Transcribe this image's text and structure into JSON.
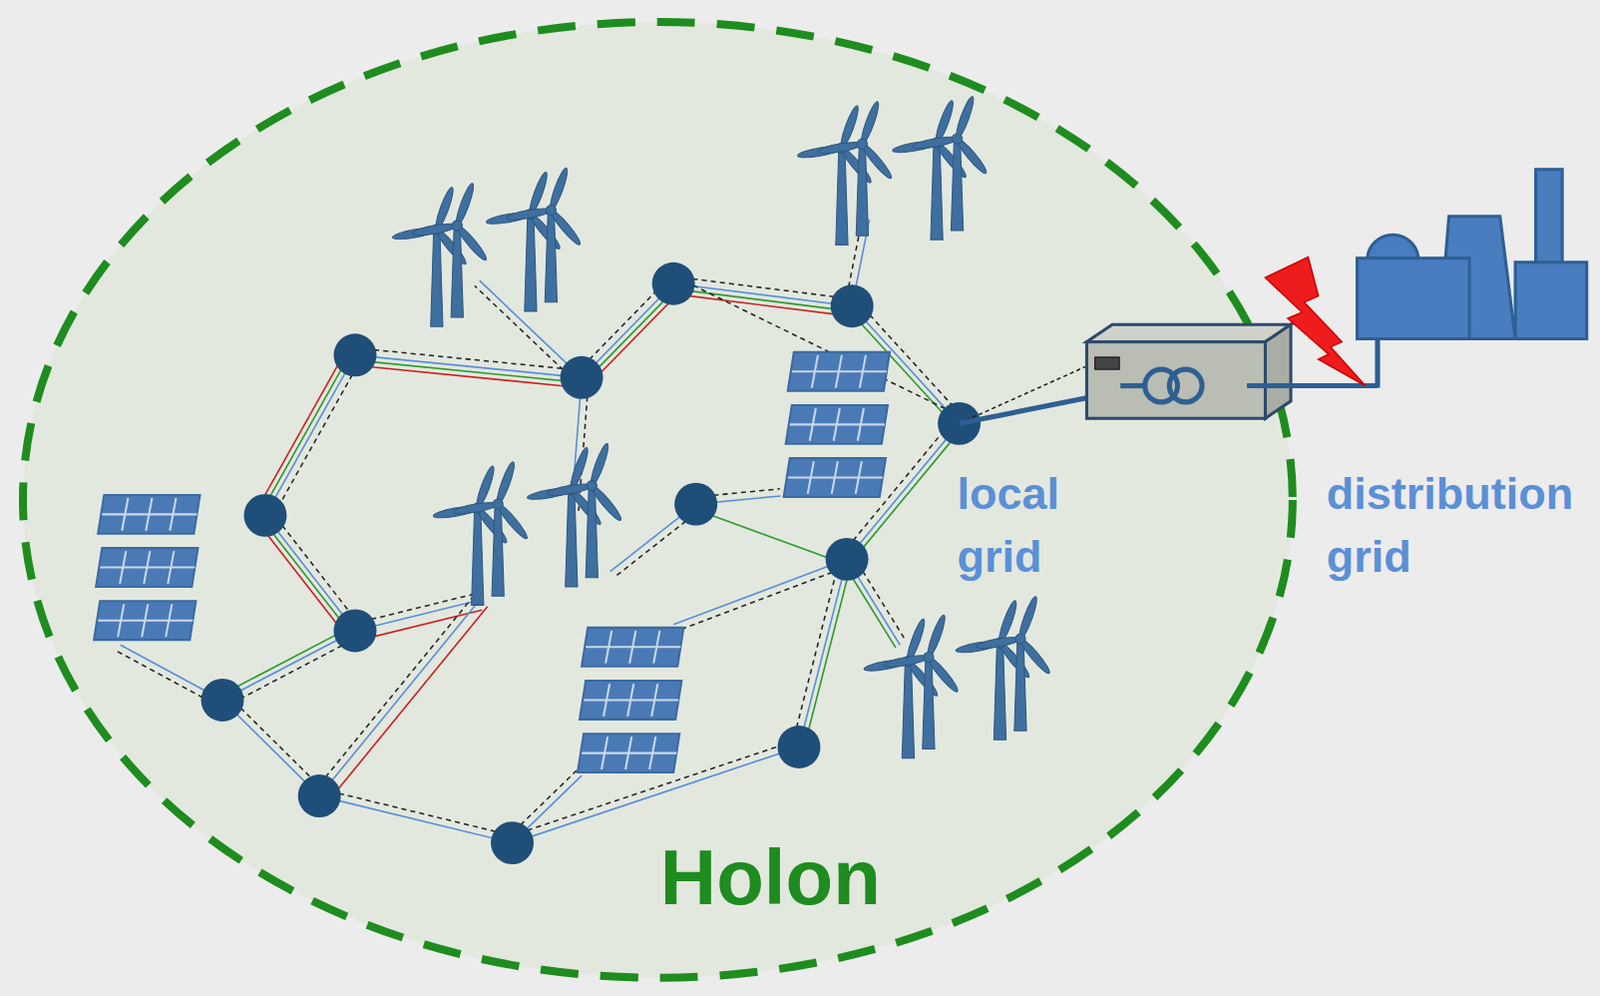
{
  "diagram": {
    "nodes": [
      {
        "text": [
          "Holon"
        ]
      }
    ],
    "labels": [
      "local grid",
      "distribution grid"
    ]
  }
}
